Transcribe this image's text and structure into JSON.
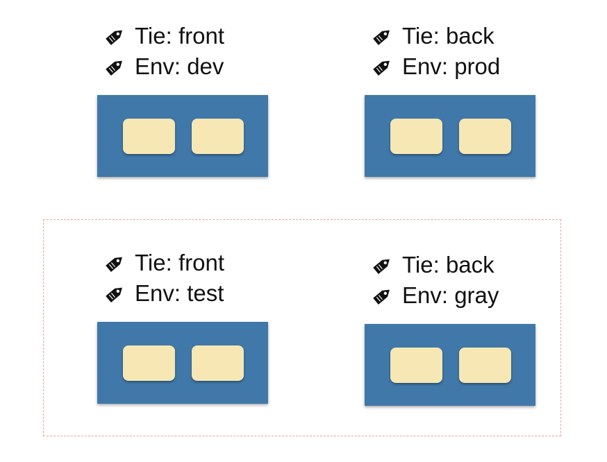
{
  "nodes": [
    {
      "id": "top-left",
      "tags": [
        {
          "icon": "tag-icon",
          "text": "Tie: front"
        },
        {
          "icon": "tag-icon",
          "text": "Env: dev"
        }
      ],
      "pods": 2
    },
    {
      "id": "top-right",
      "tags": [
        {
          "icon": "tag-icon",
          "text": "Tie: back"
        },
        {
          "icon": "tag-icon",
          "text": "Env: prod"
        }
      ],
      "pods": 2
    },
    {
      "id": "bottom-left",
      "tags": [
        {
          "icon": "tag-icon",
          "text": "Tie: front"
        },
        {
          "icon": "tag-icon",
          "text": "Env: test"
        }
      ],
      "pods": 2
    },
    {
      "id": "bottom-right",
      "tags": [
        {
          "icon": "tag-icon",
          "text": "Tie: back"
        },
        {
          "icon": "tag-icon",
          "text": "Env: gray"
        }
      ],
      "pods": 2
    }
  ],
  "colors": {
    "node_fill": "#3f78a9",
    "pod_fill": "#f6e7b4",
    "selection_border": "#e8a39b",
    "text": "#111111"
  }
}
